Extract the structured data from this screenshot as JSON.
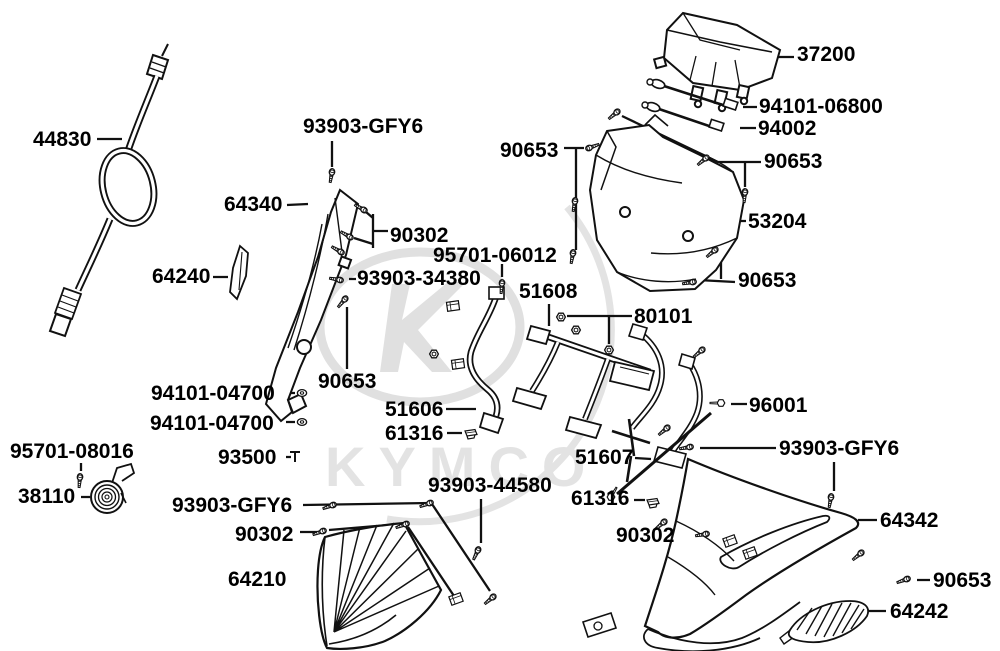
{
  "page": {
    "background": "#ffffff",
    "line_color": "#111111"
  },
  "watermark": {
    "brand": "KYMCO",
    "color": "#e3e3e3"
  },
  "labels": [
    {
      "id": "37200",
      "text": "37200"
    },
    {
      "id": "94101-06800",
      "text": "94101-06800"
    },
    {
      "id": "94002",
      "text": "94002"
    },
    {
      "id": "90653-top-right",
      "text": "90653"
    },
    {
      "id": "53204",
      "text": "53204"
    },
    {
      "id": "90653-top-left",
      "text": "90653"
    },
    {
      "id": "93903-GFY6-top",
      "text": "93903-GFY6"
    },
    {
      "id": "44830",
      "text": "44830"
    },
    {
      "id": "64340",
      "text": "64340"
    },
    {
      "id": "90302-upper",
      "text": "90302"
    },
    {
      "id": "95701-06012",
      "text": "95701-06012"
    },
    {
      "id": "93903-34380",
      "text": "93903-34380"
    },
    {
      "id": "64240",
      "text": "64240"
    },
    {
      "id": "51608",
      "text": "51608"
    },
    {
      "id": "80101",
      "text": "80101"
    },
    {
      "id": "90653-mid-right",
      "text": "90653"
    },
    {
      "id": "90653-mid-left",
      "text": "90653"
    },
    {
      "id": "94101-04700-a",
      "text": "94101-04700"
    },
    {
      "id": "94101-04700-b",
      "text": "94101-04700"
    },
    {
      "id": "51606",
      "text": "51606"
    },
    {
      "id": "61316-left",
      "text": "61316"
    },
    {
      "id": "96001",
      "text": "96001"
    },
    {
      "id": "93500",
      "text": "93500"
    },
    {
      "id": "51607",
      "text": "51607"
    },
    {
      "id": "95701-08016",
      "text": "95701-08016"
    },
    {
      "id": "93903-GFY6-right",
      "text": "93903-GFY6"
    },
    {
      "id": "38110",
      "text": "38110"
    },
    {
      "id": "93903-GFY6-left",
      "text": "93903-GFY6"
    },
    {
      "id": "93903-44580",
      "text": "93903-44580"
    },
    {
      "id": "61316-right",
      "text": "61316"
    },
    {
      "id": "90302-bottom-left",
      "text": "90302"
    },
    {
      "id": "90302-bottom-right",
      "text": "90302"
    },
    {
      "id": "64210",
      "text": "64210"
    },
    {
      "id": "64342",
      "text": "64342"
    },
    {
      "id": "90653-bottom-right",
      "text": "90653"
    },
    {
      "id": "64242",
      "text": "64242"
    }
  ]
}
